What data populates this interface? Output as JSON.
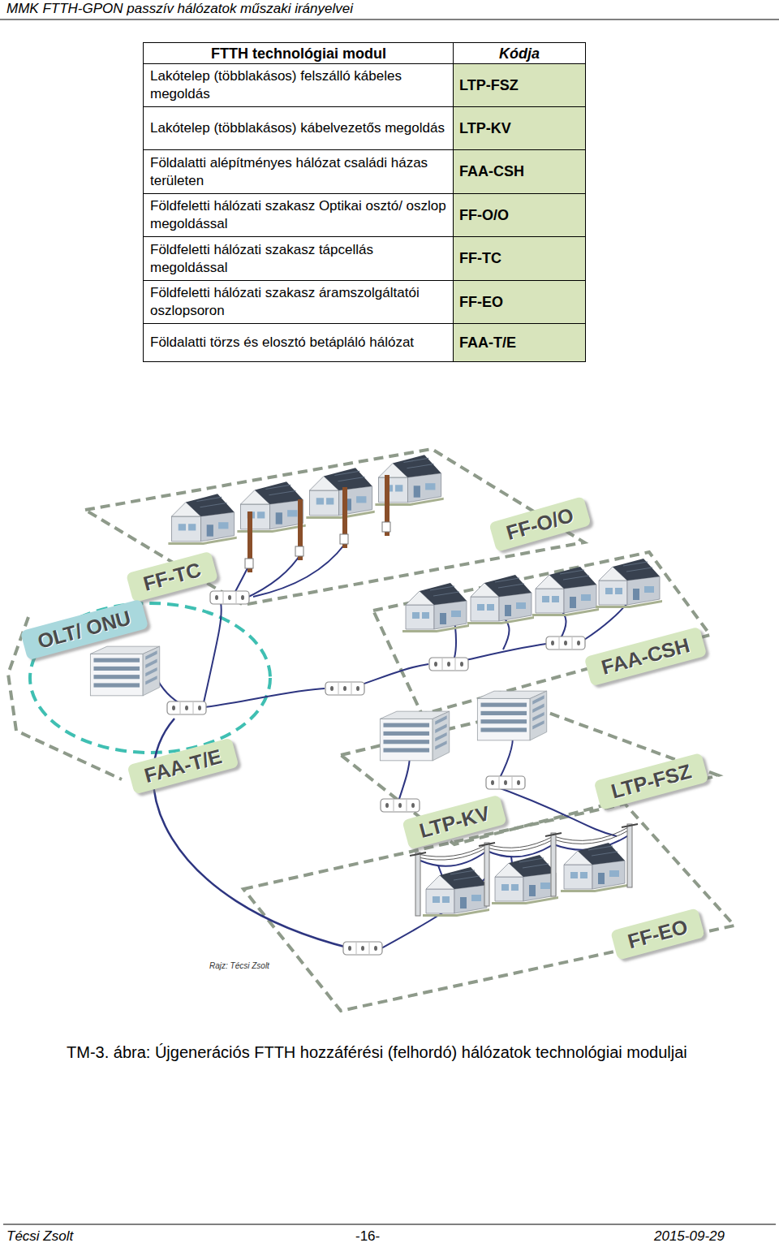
{
  "diagram": {
    "title": "MMK FTTH-GPON passzív hálózatok műszaki irányelvei",
    "caption": "TM-3. ábra: Újgenerációs FTTH hozzáférési (felhordó) hálózatok technológiai moduljai",
    "nodes": [
      {
        "text": [
          "FF-O/O"
        ]
      },
      {
        "text": [
          "FF-TC"
        ]
      },
      {
        "text": [
          "OLT/ ONU"
        ]
      },
      {
        "text": [
          "FAA-CSH"
        ]
      },
      {
        "text": [
          "FAA-T/E"
        ]
      },
      {
        "text": [
          "LTP-FSZ"
        ]
      },
      {
        "text": [
          "LTP-KV"
        ]
      },
      {
        "text": [
          "FF-EO"
        ]
      }
    ],
    "labels": [
      "FTTH technológiai modul",
      "Kódja",
      "Lakótelep (többlakásos) felszálló kábeles megoldás",
      "LTP-FSZ",
      "Lakótelep (többlakásos) kábelvezetős megoldás",
      "LTP-KV",
      "Földalatti alépítményes hálózat családi házas területen",
      "FAA-CSH",
      "Földfeletti hálózati szakasz Optikai osztó/ oszlop megoldással",
      "FF-O/O",
      "Földfeletti hálózati szakasz tápcellás megoldással",
      "FF-TC",
      "Földfeletti hálózati szakasz áramszolgáltatói oszlopsoron",
      "FF-EO",
      "Földalatti törzs és elosztó betápláló hálózat",
      "FAA-T/E",
      "Rajz: Técsi Zsolt",
      "Técsi Zsolt",
      "-16-",
      "2015-09-29"
    ]
  }
}
